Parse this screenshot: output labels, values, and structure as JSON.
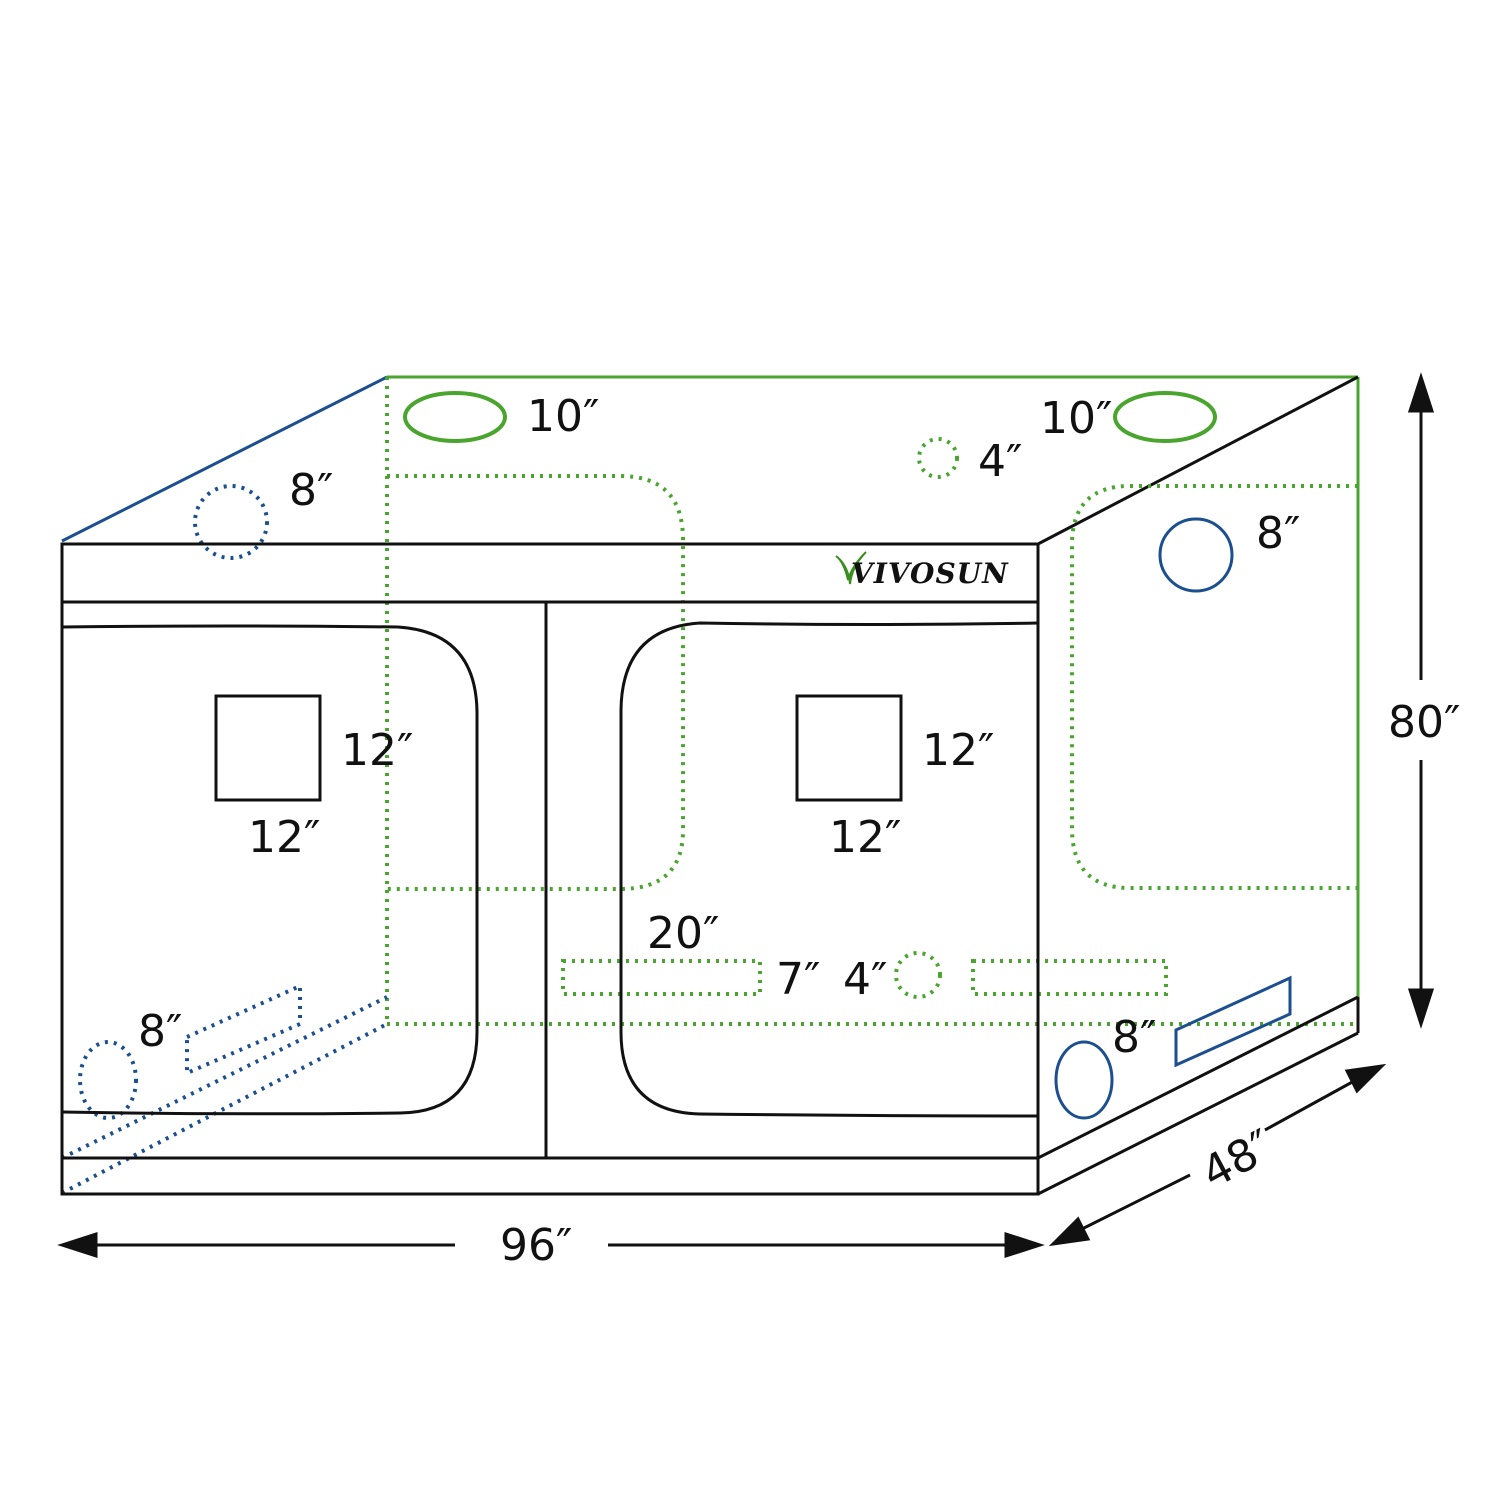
{
  "brand": {
    "logo_text": "VIVOSUN",
    "leaf_color": "#3a8f1e"
  },
  "colors": {
    "outline": "#111111",
    "green": "#4aa52e",
    "blue": "#1c4f8f"
  },
  "dimensions": {
    "width": "96″",
    "depth": "48″",
    "height": "80″"
  },
  "ports": {
    "top_left_vent": "10″",
    "top_right_vent": "10″",
    "top_small_vent": "4″",
    "left_top_duct": "8″",
    "left_bottom_duct": "8″",
    "right_top_duct": "8″",
    "right_bottom_duct": "8″",
    "back_vent_small": "4″",
    "back_window_width": "20″",
    "back_window_height": "7″"
  },
  "windows": {
    "left_height": "12″",
    "left_width": "12″",
    "right_height": "12″",
    "right_width": "12″"
  }
}
